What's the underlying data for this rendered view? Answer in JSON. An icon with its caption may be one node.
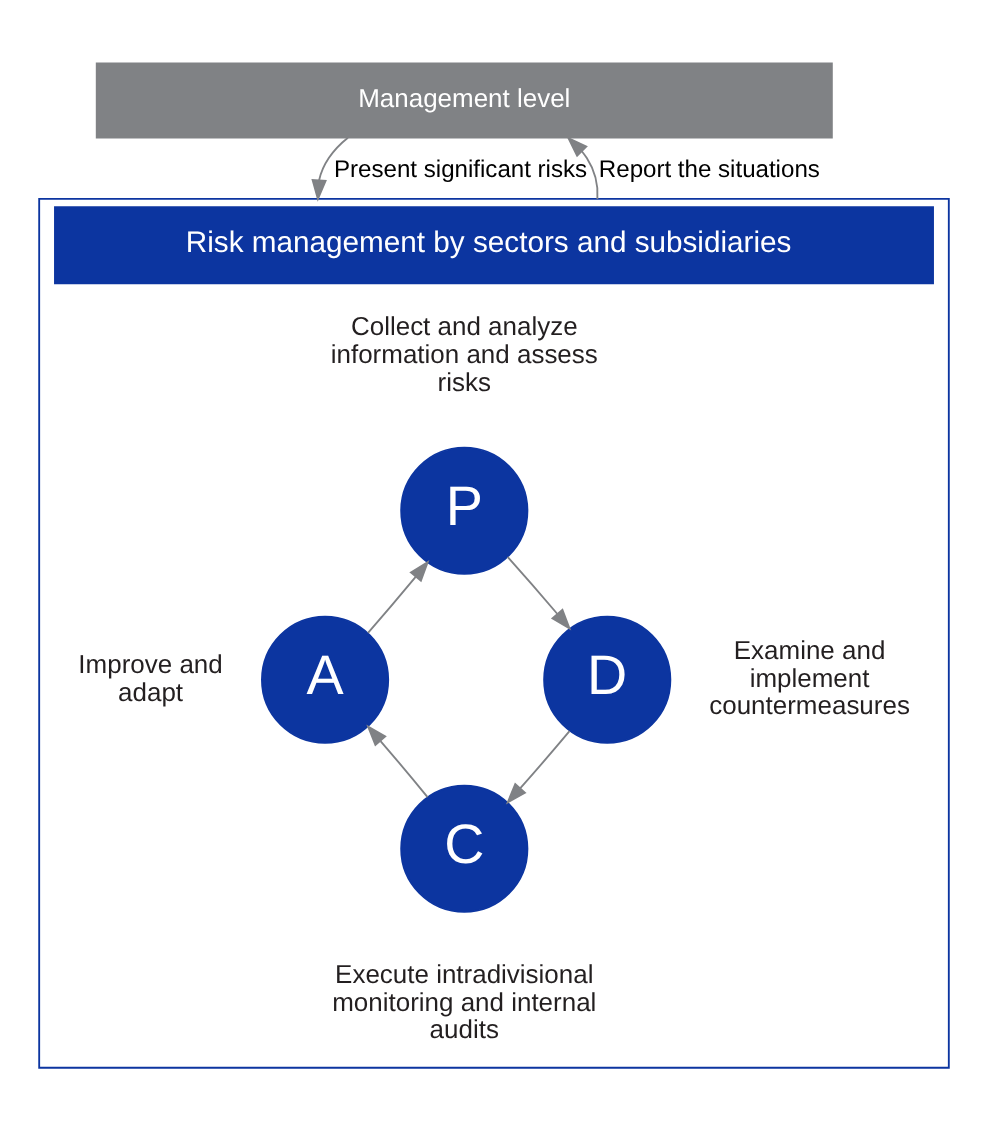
{
  "diagram": {
    "nodes": [
      {
        "text": [
          "Management level"
        ]
      },
      {
        "text": [
          "Risk management by sectors and subsidiaries"
        ]
      },
      {
        "text": [
          "P"
        ],
        "in": 1,
        "beside": [
          "Collect and analyze information and assess risks"
        ]
      },
      {
        "text": [
          "D"
        ],
        "in": 1,
        "beside": [
          "Examine and implement countermeasures"
        ]
      },
      {
        "text": [
          "C"
        ],
        "in": 1,
        "beside": [
          "Execute intradivisional monitoring and internal audits"
        ]
      },
      {
        "text": [
          "A"
        ],
        "in": 1,
        "beside": [
          "Improve and adapt"
        ]
      }
    ],
    "edges": [
      {
        "from": 0,
        "to": 1,
        "arrow": "to",
        "label": "Present significant risks"
      },
      {
        "from": 1,
        "to": 0,
        "arrow": "to",
        "label": "Report the situations"
      },
      {
        "from": 2,
        "to": 3,
        "arrow": "to"
      },
      {
        "from": 3,
        "to": 4,
        "arrow": "to"
      },
      {
        "from": 4,
        "to": 5,
        "arrow": "to"
      },
      {
        "from": 5,
        "to": 2,
        "arrow": "to"
      }
    ]
  }
}
